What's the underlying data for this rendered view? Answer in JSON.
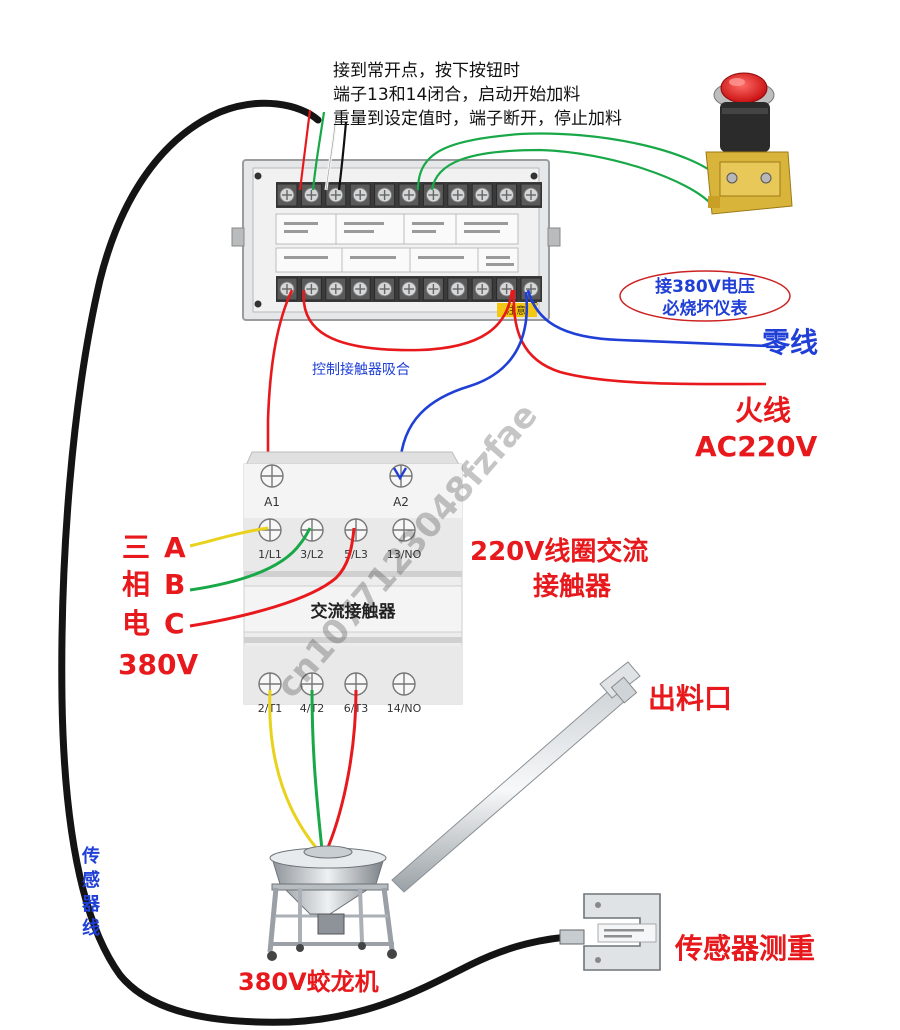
{
  "annotations": {
    "instruction_lines": [
      "接到常开点，按下按钮时",
      "端子13和14闭合，启动开始加料",
      "重量到设定值时，端子断开，停止加料"
    ],
    "warning_lines": [
      "接380V电压",
      "必烧坏仪表"
    ],
    "neutral": "零线",
    "live": "火线",
    "ac220": "AC220V",
    "contactor_pull": "控制接触器吸合",
    "contactor_type_lines": [
      "220V线圈交流",
      "接触器"
    ],
    "three_phase_chars": [
      "三",
      "相",
      "电"
    ],
    "phase_letters": [
      "A",
      "B",
      "C"
    ],
    "v380": "380V",
    "outlet": "出料口",
    "sensor_line_chars": [
      "传",
      "感",
      "器",
      "线"
    ],
    "sensor_weigh": "传感器测重",
    "auger": "380V蛟龙机",
    "watermark": "cn1077123048fzfae"
  },
  "contactor": {
    "title": "交流接触器",
    "top_terminals": [
      "A1",
      "A2"
    ],
    "line_terminals": [
      "1/L1",
      "3/L2",
      "5/L3",
      "13/NO"
    ],
    "load_terminals": [
      "2/T1",
      "4/T2",
      "6/T3",
      "14/NO"
    ]
  },
  "controller": {
    "label_fragment": "注意"
  },
  "wire_colors": {
    "red": "#e8191c",
    "blue": "#1f3fd6",
    "green": "#18a848",
    "yellow": "#e9d21b",
    "black": "#111111"
  }
}
